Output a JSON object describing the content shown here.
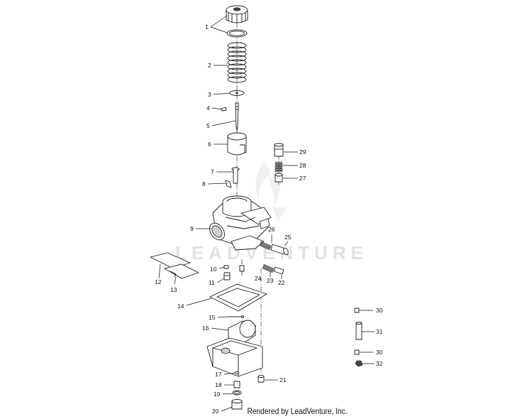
{
  "watermark": "LEADVENTURE",
  "footer": "Rendered by LeadVenture, Inc.",
  "callouts": [
    "1",
    "2",
    "3",
    "4",
    "5",
    "6",
    "7",
    "8",
    "9",
    "10",
    "11",
    "12",
    "13",
    "14",
    "15",
    "16",
    "17",
    "18",
    "19",
    "20",
    "21",
    "22",
    "23",
    "24",
    "25",
    "26",
    "27",
    "28",
    "29",
    "30",
    "31",
    "30",
    "32"
  ]
}
